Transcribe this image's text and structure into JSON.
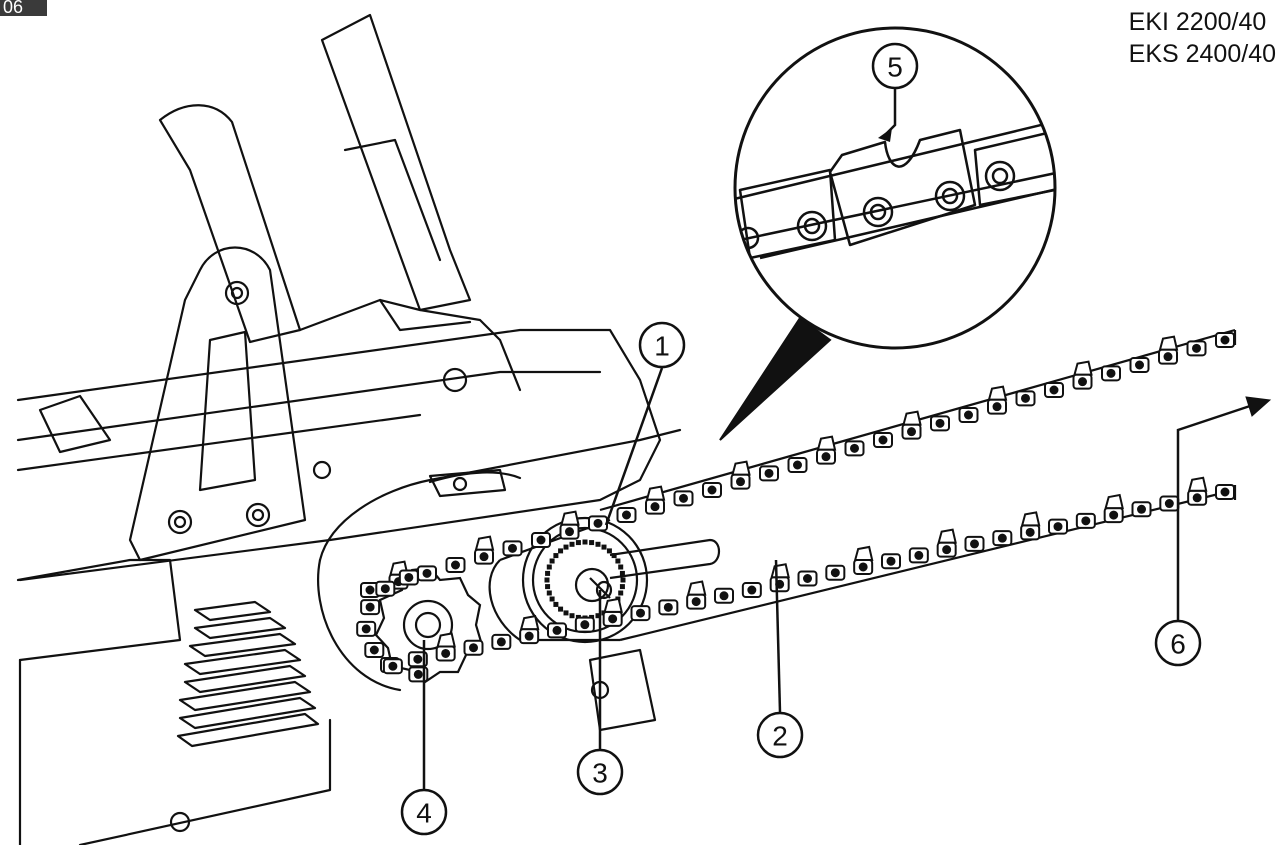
{
  "figure": {
    "tag": "06",
    "models": [
      "EKI 2200/40",
      "EKS 2400/40"
    ]
  },
  "callouts": [
    {
      "label": "1",
      "meaning": ""
    },
    {
      "label": "2",
      "meaning": ""
    },
    {
      "label": "3",
      "meaning": ""
    },
    {
      "label": "4",
      "meaning": ""
    },
    {
      "label": "5",
      "meaning": ""
    },
    {
      "label": "6",
      "meaning": ""
    }
  ],
  "colors": {
    "line": "#111111",
    "background": "#ffffff"
  }
}
